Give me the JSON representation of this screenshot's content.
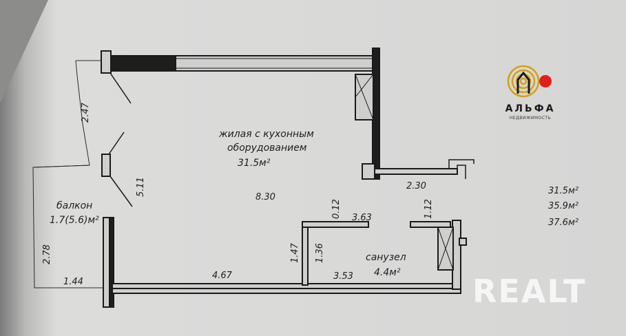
{
  "floorplan": {
    "room_main": {
      "line1": "жилая с кухонным",
      "line2": "оборудованием",
      "area": "31.5м²"
    },
    "balcony": {
      "label": "балкон",
      "area": "1.7(5.6)м²"
    },
    "bathroom": {
      "label": "санузел",
      "area": "4.4м²"
    },
    "dimensions": {
      "d_247": "2.47",
      "d_511": "5.11",
      "d_830": "8.30",
      "d_012": "0.12",
      "d_363": "3.63",
      "d_230": "2.30",
      "d_112": "1.12",
      "d_147": "1.47",
      "d_136": "1.36",
      "d_353": "3.53",
      "d_467": "4.67",
      "d_278": "2.78",
      "d_144": "1.44"
    },
    "area_summary": [
      "31.5м²",
      "35.9м²",
      "37.6м²"
    ]
  },
  "brand": {
    "name": "АЛЬФА",
    "subtitle": "НЕДВИЖИМОСТЬ",
    "ring_color": "#d4a017",
    "dot_color": "#e0201a"
  },
  "watermark": {
    "text": "REALT"
  }
}
